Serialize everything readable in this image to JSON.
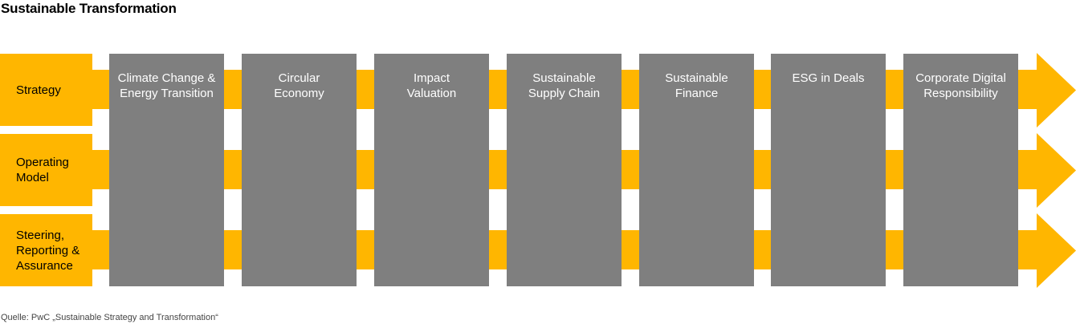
{
  "title": "Sustainable Transformation",
  "rows": [
    {
      "label": "Strategy"
    },
    {
      "label": "Operating\nModel"
    },
    {
      "label": "Steering,\nReporting &\nAssurance"
    }
  ],
  "columns": [
    {
      "label": "Climate Change &\nEnergy Transition"
    },
    {
      "label": "Circular\nEconomy"
    },
    {
      "label": "Impact\nValuation"
    },
    {
      "label": "Sustainable\nSupply Chain"
    },
    {
      "label": "Sustainable\nFinance"
    },
    {
      "label": "ESG in Deals"
    },
    {
      "label": "Corporate Digital\nResponsibility"
    }
  ],
  "source": "Quelle: PwC „Sustainable Strategy and Transformation“",
  "colors": {
    "accent": "#ffb600",
    "column": "#7f7f7f"
  }
}
